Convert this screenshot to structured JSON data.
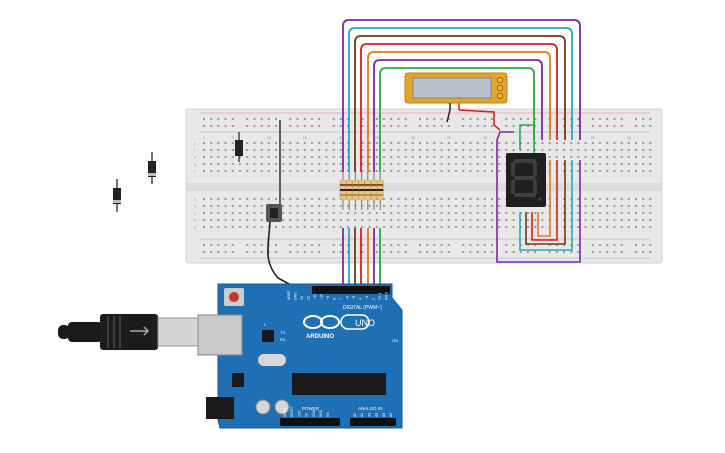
{
  "colors": {
    "background": "#ffffff",
    "breadboard": "#e8e8e8",
    "breadboard_hole": "#9a9a9a",
    "rail_red": "#d84a4a",
    "rail_blue": "#5a7fd6",
    "arduino_board": "#1f6fb5",
    "arduino_dark": "#145592",
    "lcd_frame": "#e3a52a",
    "lcd_screen": "#b8c0cc",
    "seg_body": "#202020",
    "seg_segment": "#3a3a3a",
    "resistor_body": "#e8c58a",
    "wire_purple": "#7a2a9a",
    "wire_cyan": "#2aa8b8",
    "wire_brown": "#6b3a1a",
    "wire_red": "#d42020",
    "wire_orange": "#e07a1a",
    "wire_green": "#2aa84a",
    "wire_black": "#222222",
    "usb_body": "#1a1a1a",
    "usb_plug": "#d0d0d0"
  },
  "arduino": {
    "brand": "ARDUINO",
    "model": "UNO",
    "digital_label": "DIGITAL (PWM~)",
    "power_label": "POWER",
    "analog_label": "ANALOG IN",
    "led_l": "L",
    "led_tx": "TX",
    "led_rx": "RX",
    "led_on": "ON",
    "digital_pins": [
      "AREF",
      "GND",
      "13",
      "12",
      "~11",
      "~10",
      "~9",
      "8",
      "7",
      "~6",
      "~5",
      "4",
      "~3",
      "2",
      "TX 1",
      "RX 0"
    ],
    "power_pins": [
      "IOREF",
      "RESET",
      "3.3V",
      "5V",
      "GND",
      "GND",
      "Vin"
    ],
    "analog_pins": [
      "A0",
      "A1",
      "A2",
      "A3",
      "A4",
      "A5"
    ]
  },
  "breadboard": {
    "column_numbers": [
      "1",
      "5",
      "10",
      "15",
      "20",
      "25",
      "30",
      "35",
      "40",
      "45",
      "50",
      "55",
      "60"
    ],
    "row_letters_top": [
      "j",
      "i",
      "h",
      "g",
      "f"
    ],
    "row_letters_bottom": [
      "e",
      "d",
      "c",
      "b",
      "a"
    ]
  },
  "icons": [
    "usb-cable-icon",
    "diode-icon",
    "pushbutton-icon",
    "seven-segment-icon",
    "lcd-display-icon",
    "resistor-icon"
  ]
}
